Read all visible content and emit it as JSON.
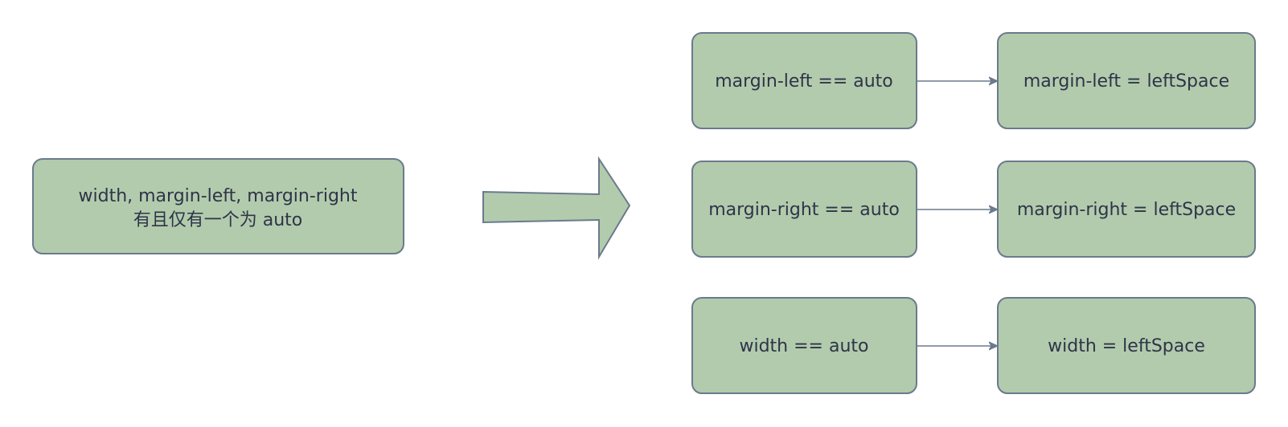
{
  "colors": {
    "node_fill": "#b2cbad",
    "node_stroke": "#6b7a8c",
    "text": "#2f3447",
    "connector": "#6b7a8c"
  },
  "condition_box": {
    "line1": "width, margin-left,  margin-right",
    "line2": "有且仅有一个为 auto"
  },
  "cases": [
    {
      "condition": "margin-left == auto",
      "result": "margin-left = leftSpace"
    },
    {
      "condition": "margin-right == auto",
      "result": "margin-right = leftSpace"
    },
    {
      "condition": "width == auto",
      "result": "width = leftSpace"
    }
  ]
}
